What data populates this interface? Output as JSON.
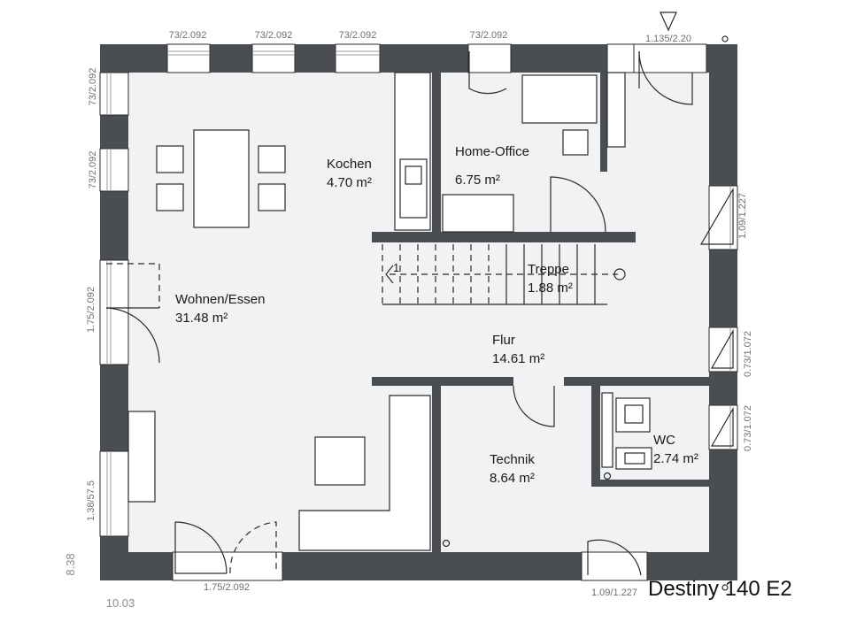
{
  "title": "Destiny 140 E2",
  "rooms": {
    "wohnen": {
      "name": "Wohnen/Essen",
      "area": "31.48 m²"
    },
    "kochen": {
      "name": "Kochen",
      "area": "4.70 m²"
    },
    "office": {
      "name": "Home-Office",
      "area": "6.75 m²"
    },
    "treppe": {
      "name": "Treppe",
      "area": "1.88 m²",
      "marker": "1"
    },
    "flur": {
      "name": "Flur",
      "area": "14.61 m²"
    },
    "technik": {
      "name": "Technik",
      "area": "8.64 m²"
    },
    "wc": {
      "name": "WC",
      "area": "2.74 m²"
    }
  },
  "dimensions": {
    "top_1": "73/2.092",
    "top_2": "73/2.092",
    "top_3": "73/2.092",
    "top_4": "73/2.092",
    "top_door": "1.135/2.20",
    "left_1": "73/2.092",
    "left_2": "73/2.092",
    "left_3": "1.75/2.092",
    "left_4": "1.38/57.5",
    "bottom_door": "1.75/2.092",
    "bottom_right": "1.09/1.227",
    "right_1": "1.09/1.227",
    "right_2": "0.73/1.072",
    "right_3": "0.73/1.072",
    "overall_width": "10.03",
    "overall_depth": "8.38"
  }
}
